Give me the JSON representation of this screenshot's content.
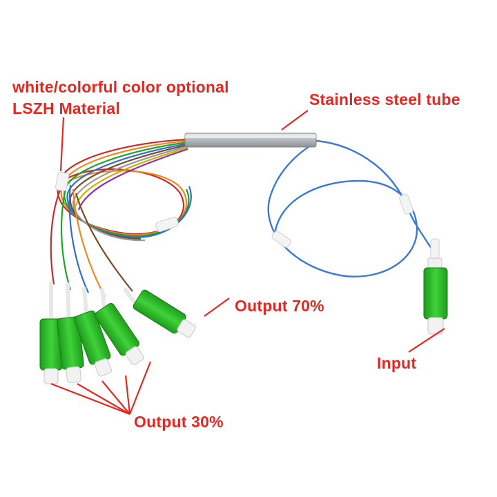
{
  "labels": {
    "material_line1": "white/colorful color optional",
    "material_line2": "LSZH Material",
    "tube": "Stainless steel tube",
    "output_70": "Output 70%",
    "output_30": "Output 30%",
    "input": "Input"
  },
  "colors": {
    "annotation": "#e8261f",
    "connector_green": "#2fbf2a",
    "blue_fiber": "#3a78d8",
    "steel": "#bfc2c6"
  }
}
